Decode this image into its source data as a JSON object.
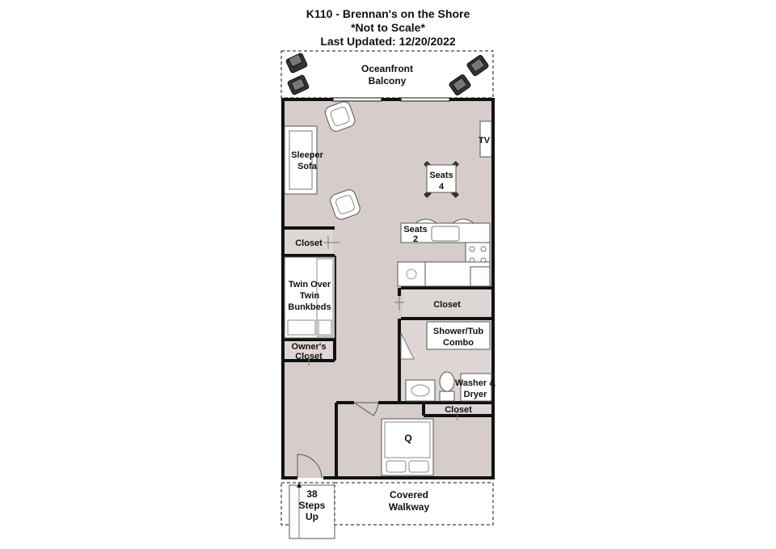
{
  "header": {
    "title": "K110 - Brennan's on the Shore",
    "scale_note": "*Not to Scale*",
    "updated": "Last Updated: 12/20/2022"
  },
  "labels": {
    "balcony_1": "Oceanfront",
    "balcony_2": "Balcony",
    "tv": "TV",
    "sofa_1": "Sleeper",
    "sofa_2": "Sofa",
    "dining_1": "Seats",
    "dining_2": "4",
    "bar_1": "Seats",
    "bar_2": "2",
    "closet_left": "Closet",
    "bunk_1": "Twin Over",
    "bunk_2": "Twin",
    "bunk_3": "Bunkbeds",
    "owners_1": "Owner's",
    "owners_2": "Closet",
    "closet_right": "Closet",
    "shower_1": "Shower/Tub",
    "shower_2": "Combo",
    "washer_1": "Washer &",
    "washer_2": "Dryer",
    "closet_bed": "Closet",
    "queen": "Q",
    "steps_1": "38",
    "steps_2": "Steps",
    "steps_3": "Up",
    "walkway_1": "Covered",
    "walkway_2": "Walkway"
  },
  "colors": {
    "floor": "#d6cdcb",
    "wall": "#111111",
    "furniture": "#ffffff"
  }
}
